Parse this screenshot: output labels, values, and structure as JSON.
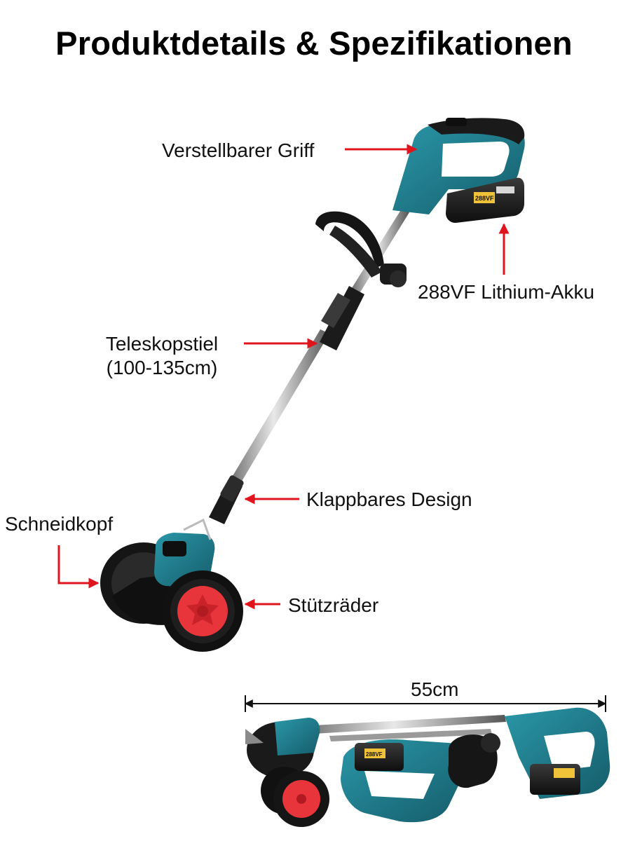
{
  "page": {
    "title": "Produktdetails & Spezifikationen"
  },
  "callouts": {
    "handle": "Verstellbarer Griff",
    "battery": "288VF Lithium-Akku",
    "telescope_line1": "Teleskopstiel",
    "telescope_line2": "(100-135cm)",
    "folding": "Klappbares Design",
    "cutting_head": "Schneidkopf",
    "wheels": "Stützräder"
  },
  "battery_badge": {
    "upright_text": "288VF",
    "folded_text": "288VF"
  },
  "folded_view": {
    "dimension": "55cm"
  },
  "colors": {
    "arrow": "#e0141c",
    "body_teal": "#1e7b8c",
    "grip_black": "#1a1a1a",
    "wheel_red": "#e8353b",
    "battery_yellow": "#f0c23a"
  }
}
